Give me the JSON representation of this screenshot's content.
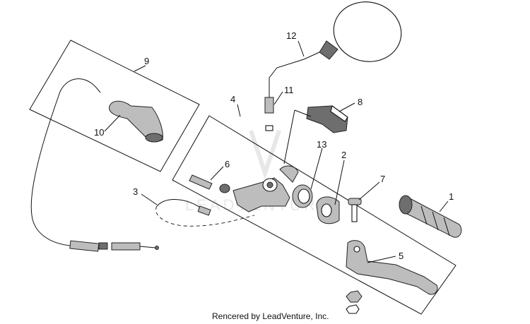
{
  "callouts": [
    {
      "id": "1",
      "text": "1"
    },
    {
      "id": "2",
      "text": "2"
    },
    {
      "id": "3",
      "text": "3"
    },
    {
      "id": "4",
      "text": "4"
    },
    {
      "id": "5",
      "text": "5"
    },
    {
      "id": "6",
      "text": "6"
    },
    {
      "id": "7",
      "text": "7"
    },
    {
      "id": "8",
      "text": "8"
    },
    {
      "id": "9",
      "text": "9"
    },
    {
      "id": "10",
      "text": "10"
    },
    {
      "id": "11",
      "text": "11"
    },
    {
      "id": "12",
      "text": "12"
    },
    {
      "id": "13",
      "text": "13"
    }
  ],
  "credit": "Rencered by LeadVenture, Inc.",
  "watermark": "LEADVENTURE"
}
